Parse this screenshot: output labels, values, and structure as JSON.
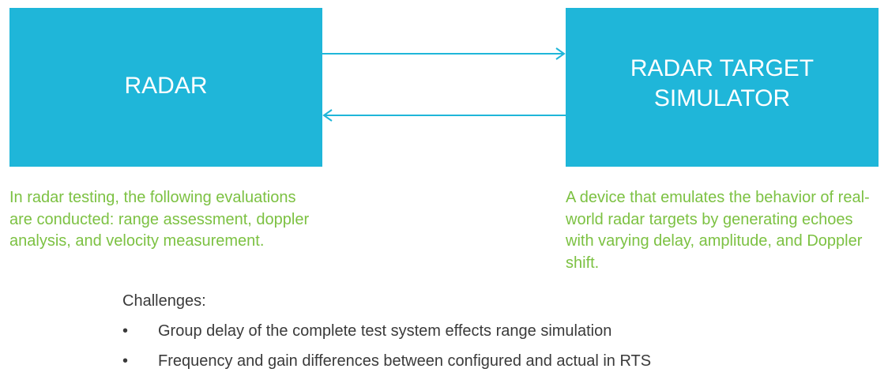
{
  "diagram": {
    "radar_box": {
      "label": "RADAR"
    },
    "rts_box": {
      "label": "RADAR TARGET\nSIMULATOR"
    },
    "radar_description": "In radar testing, the following evaluations are conducted: range assessment, doppler analysis, and velocity measurement.",
    "rts_description": "A device that emulates the behavior of real-world radar targets by generating echoes with varying delay, amplitude, and Doppler shift.",
    "colors": {
      "box_fill": "#1fb6d9",
      "box_text": "#ffffff",
      "description_text": "#7cc142",
      "arrow": "#1fb6d9",
      "body_text": "#3a3a3a"
    }
  },
  "challenges": {
    "title": "Challenges:",
    "bullet_glyph": "•",
    "items": [
      "Group delay of the complete test system effects range simulation",
      "Frequency and gain differences between configured and actual in RTS"
    ]
  }
}
